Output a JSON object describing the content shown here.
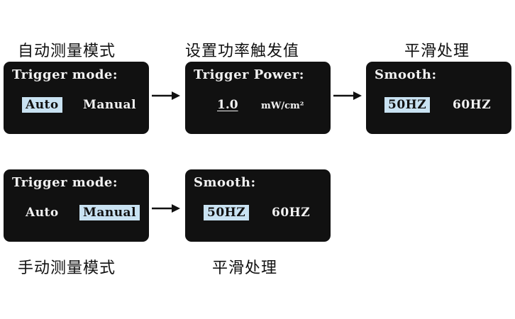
{
  "top_row": {
    "captions": [
      "自动测量模式",
      "设置功率触发值",
      "平滑处理"
    ],
    "auto_panel": {
      "title": "Trigger mode:",
      "options": [
        "Auto",
        "Manual"
      ],
      "selected": "Auto"
    },
    "power_panel": {
      "title": "Trigger Power:",
      "value": "1.0",
      "unit": "mW/cm²"
    },
    "smooth_panel": {
      "title": "Smooth:",
      "options": [
        "50HZ",
        "60HZ"
      ],
      "selected": "50HZ"
    }
  },
  "bottom_row": {
    "captions": [
      "手动测量模式",
      "平滑处理"
    ],
    "manual_panel": {
      "title": "Trigger mode:",
      "options": [
        "Auto",
        "Manual"
      ],
      "selected": "Manual"
    },
    "smooth_panel": {
      "title": "Smooth:",
      "options": [
        "50HZ",
        "60HZ"
      ],
      "selected": "50HZ"
    }
  },
  "colors": {
    "panel_bg": "#111111",
    "panel_text": "#f2f2f2",
    "highlight": "#c9e2f2"
  }
}
